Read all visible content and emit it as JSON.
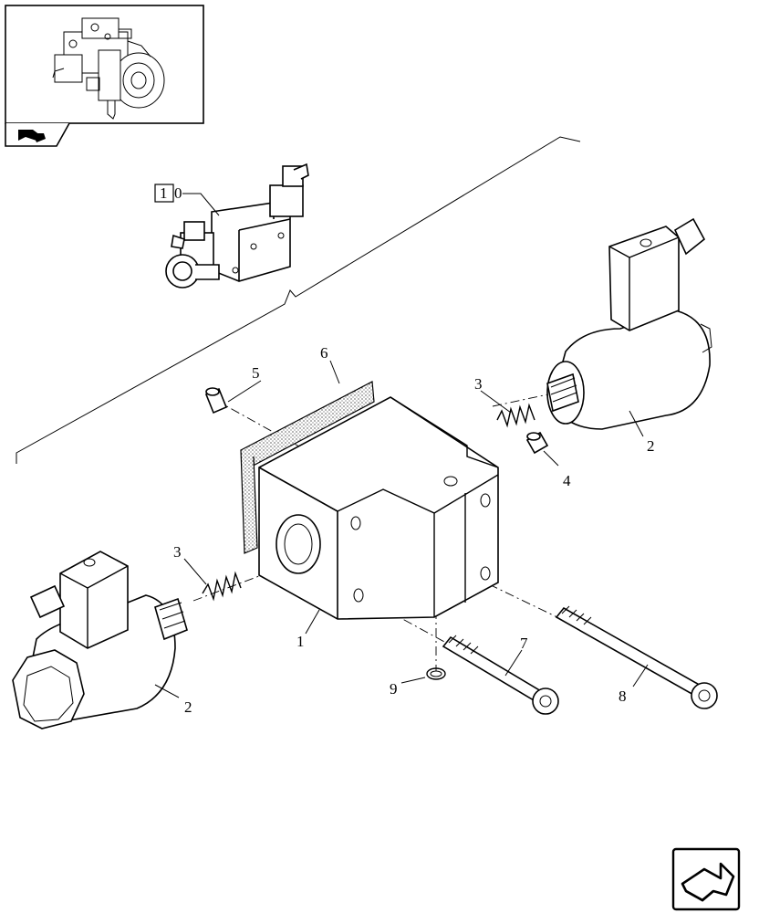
{
  "callouts": {
    "ref_box": "1",
    "ref_box_suffix": "0",
    "c1": "1",
    "c2_right": "2",
    "c2_left": "2",
    "c3_right": "3",
    "c3_left": "3",
    "c4": "4",
    "c5": "5",
    "c6": "6",
    "c7": "7",
    "c8": "8",
    "c9": "9"
  },
  "icons": {
    "thumbnail": "pump-assembly-thumbnail",
    "section_tab": "section-arrow-icon",
    "nav": "navigation-arrow-icon"
  }
}
